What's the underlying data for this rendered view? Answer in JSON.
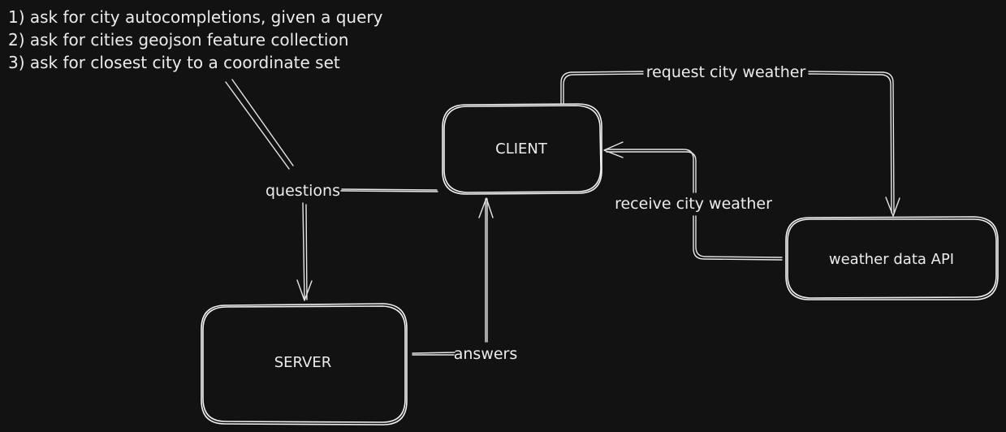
{
  "notes": {
    "line1": "1) ask for city autocompletions, given a query",
    "line2": "2) ask for cities geojson feature collection",
    "line3": "3) ask for closest city to a coordinate set"
  },
  "nodes": {
    "client": "CLIENT",
    "server": "SERVER",
    "weather_api": "weather data API"
  },
  "edges": {
    "questions": "questions",
    "answers": "answers",
    "request_weather": "request city weather",
    "receive_weather": "receive city weather"
  }
}
